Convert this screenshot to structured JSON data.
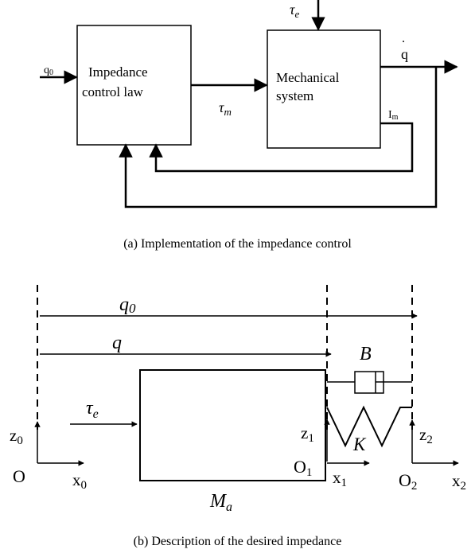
{
  "figure_a": {
    "caption": "(a) Implementation of the impedance control",
    "labels": {
      "tau_e": "τe",
      "q0": "q0",
      "controller_line1": "Impedance",
      "controller_line2": "control law",
      "tau_m": "τm",
      "system_line1": "Mechanical",
      "system_line2": "system",
      "qdot": "q̇",
      "Im": "Im"
    }
  },
  "figure_b": {
    "caption": "(b) Description of the desired impedance",
    "labels": {
      "q0": "q0",
      "q": "q",
      "B": "B",
      "tau_e": "τe",
      "K": "K",
      "Ma": "Ma",
      "z0": "z0",
      "z1": "z1",
      "z2": "z2",
      "O": "O",
      "O1": "O1",
      "O2": "O2",
      "x0": "x0",
      "x1": "x1",
      "x2": "x2"
    }
  }
}
